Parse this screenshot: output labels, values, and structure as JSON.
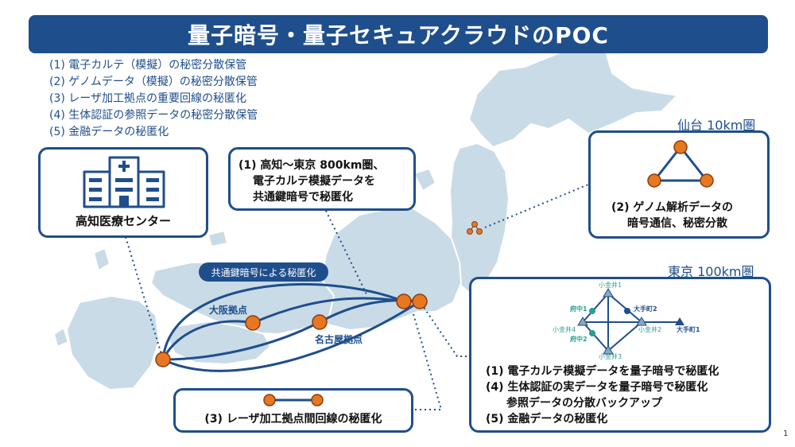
{
  "title": "量子暗号・量子セキュアクラウドのPOC",
  "use_cases": [
    "(1) 電子カルテ（模擬）の秘密分散保管",
    "(2) ゲノムデータ（模擬）の秘密分散保管",
    "(3) レーザ加工拠点の重要回線の秘匿化",
    "(4) 生体認証の参照データの秘密分散保管",
    "(5) 金融データの秘匿化"
  ],
  "hospital": {
    "name": "高知医療センター"
  },
  "kochi_box": {
    "line1": "(1) 高知〜東京 800km圏、",
    "line2": "電子カルテ模擬データを",
    "line3": "共通鍵暗号で秘匿化"
  },
  "sendai": {
    "region": "仙台 10km圏",
    "line1": "(2) ゲノム解析データの",
    "line2": "暗号通信、秘密分散"
  },
  "tokyo": {
    "region": "東京 100km圏",
    "line1": "(1) 電子カルテ模擬データを量子暗号で秘匿化",
    "line2": "(4) 生体認証の実データを量子暗号で秘匿化",
    "line3": "参照データの分散バックアップ",
    "line4": "(5) 金融データの秘匿化",
    "nodes": {
      "koganei1": "小金井1",
      "fuchu1": "府中1",
      "otemachi2": "大手町2",
      "koganei4": "小金井4",
      "koganei2": "小金井2",
      "otemachi1": "大手町1",
      "fuchu2": "府中2",
      "koganei3": "小金井3"
    }
  },
  "map": {
    "pill": "共通鍵暗号による秘匿化",
    "osaka": "大阪拠点",
    "nagoya": "名古屋拠点"
  },
  "laser_box": {
    "text": "(3) レーザ加工拠点間回線の秘匿化"
  },
  "page_number": "1",
  "colors": {
    "accent": "#1f4e8c",
    "land": "#c9dbe7",
    "node": "#e87722",
    "node_stroke": "#8a3d0a",
    "tokyo_teal": "#2a9d8f"
  }
}
